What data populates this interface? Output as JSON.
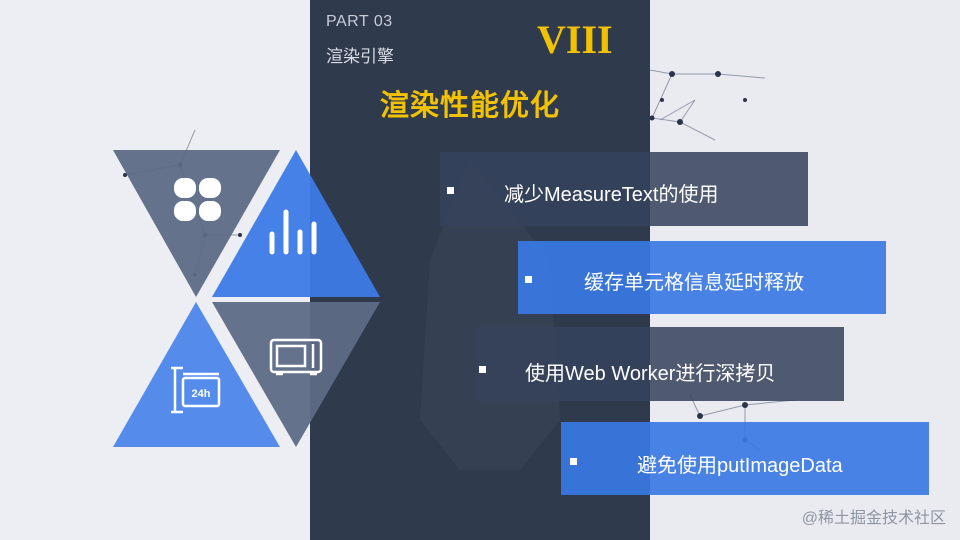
{
  "header": {
    "part_label": "PART 03",
    "part_subtitle": "渲染引擎",
    "roman_numeral": "VIII",
    "title": "渲染性能优化"
  },
  "bullets": [
    {
      "text": "减少MeasureText的使用"
    },
    {
      "text": "缓存单元格信息延时释放"
    },
    {
      "text": "使用Web Worker进行深拷贝"
    },
    {
      "text": "避免使用putImageData"
    }
  ],
  "icons": {
    "triangle_1": "clover-icon",
    "triangle_2": "bar-chart-icon",
    "triangle_3": "24h-sign-icon",
    "triangle_4": "microwave-icon",
    "sign_text": "24h"
  },
  "watermark": "@稀土掘金技术社区",
  "colors": {
    "center_panel": "#303a4d",
    "accent_yellow": "#f2c200",
    "blue_box": "#3a78e4",
    "dark_box": "#36425c",
    "light_background": "#eceef3"
  }
}
